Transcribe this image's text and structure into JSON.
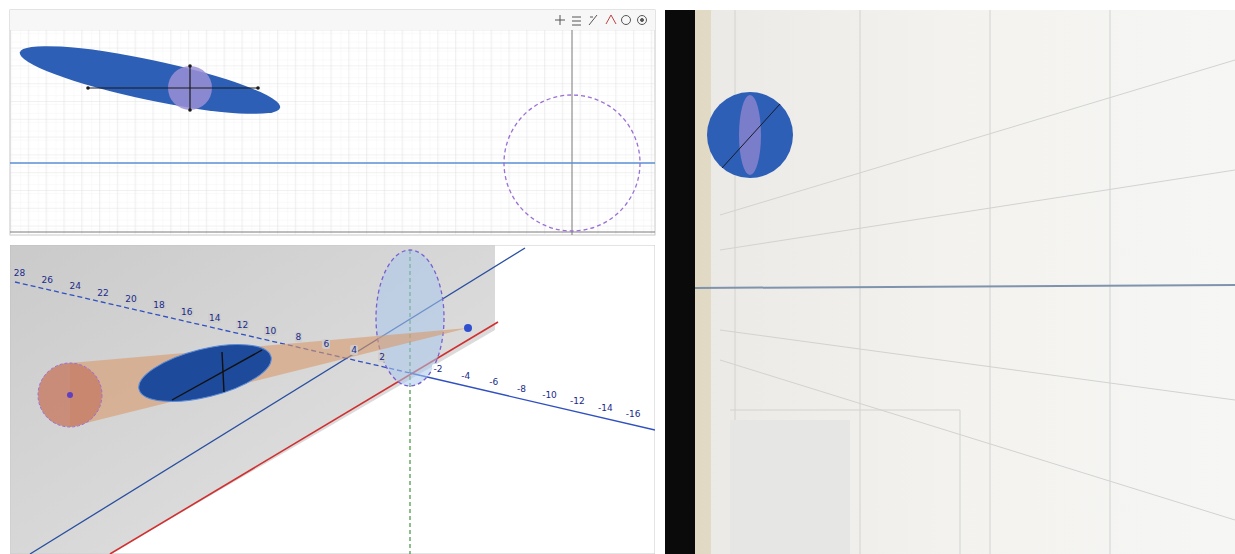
{
  "diagram": {
    "labels": [
      "28",
      "26",
      "24",
      "22",
      "20",
      "18",
      "16",
      "14",
      "12",
      "10",
      "8",
      "6",
      "4",
      "2",
      "-2",
      "-4",
      "-6",
      "-8",
      "-10",
      "-12",
      "-14",
      "-16"
    ]
  }
}
